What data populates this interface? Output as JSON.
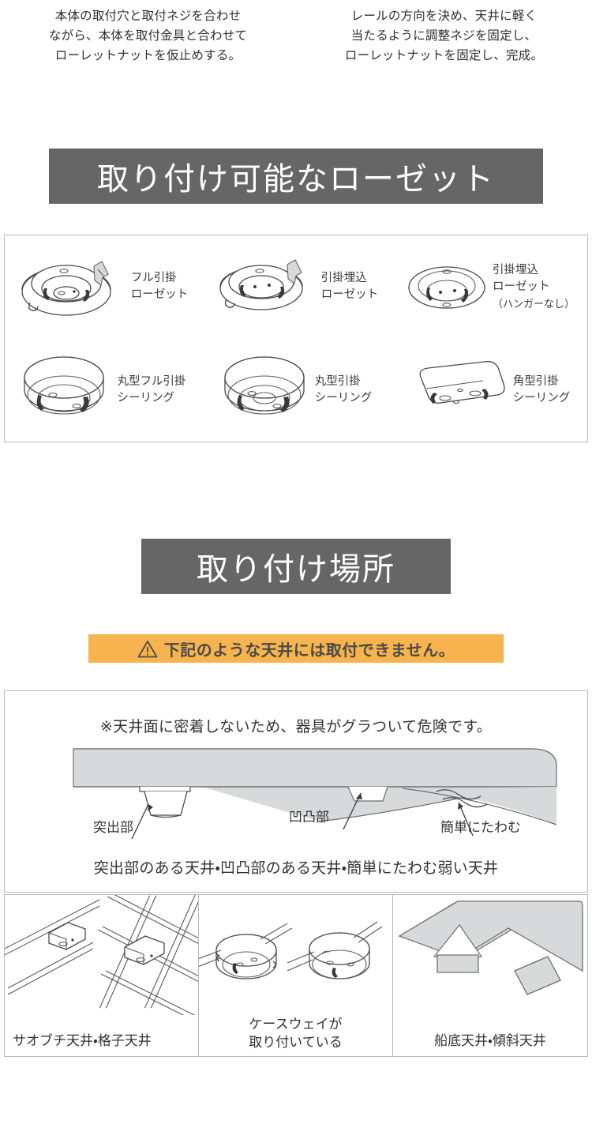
{
  "intro": {
    "left": [
      "本体の取付穴と取付ネジを合わせ",
      "ながら、本体を取付金具と合わせて",
      "ローレットナットを仮止めする。"
    ],
    "right": [
      "レールの方向を決め、天井に軽く",
      "当たるように調整ネジを固定し、",
      "ローレットナットを固定し、完成。"
    ]
  },
  "banners": {
    "rosette": "取り付け可能なローゼット",
    "place": "取り付け場所",
    "background_color": "#666666",
    "text_color": "#ffffff"
  },
  "rosette_panel": {
    "items": [
      {
        "label_line1": "フル引掛",
        "label_line2": "ローゼット",
        "label_line3": "",
        "art": "full-hook-rosette"
      },
      {
        "label_line1": "引掛埋込",
        "label_line2": "ローゼット",
        "label_line3": "",
        "art": "embedded-hook-rosette"
      },
      {
        "label_line1": "引掛埋込",
        "label_line2": "ローゼット",
        "label_line3": "（ハンガーなし）",
        "art": "embedded-hook-rosette-no-hanger"
      },
      {
        "label_line1": "丸型フル引掛",
        "label_line2": "シーリング",
        "label_line3": "",
        "art": "round-full-hook-ceiling"
      },
      {
        "label_line1": "丸型引掛",
        "label_line2": "シーリング",
        "label_line3": "",
        "art": "round-hook-ceiling"
      },
      {
        "label_line1": "角型引掛",
        "label_line2": "シーリング",
        "label_line3": "",
        "art": "square-hook-ceiling"
      }
    ]
  },
  "warning": {
    "text": "下記のような天井には取付できません。",
    "icon": "warning-triangle-icon",
    "background_color": "#f7b34d",
    "text_color": "#4a4a4a"
  },
  "ceiling_panel": {
    "note": "※天井面に密着しないため、器具がグラついて危険です。",
    "labels": {
      "protrusion": "突出部",
      "uneven": "凹凸部",
      "flexible": "簡単にたわむ"
    },
    "summary": "突出部のある天井・凹凸部のある天井・簡単にたわむ弱い天井"
  },
  "bottom_panels": [
    {
      "caption_line1": "サオブチ天井・格子天井",
      "caption_line2": "",
      "art": "lattice-ceiling"
    },
    {
      "caption_line1": "ケースウェイが",
      "caption_line2": "取り付いている",
      "art": "caseway-attached"
    },
    {
      "caption_line1": "船底天井・傾斜天井",
      "caption_line2": "",
      "art": "sloped-ceiling"
    }
  ]
}
